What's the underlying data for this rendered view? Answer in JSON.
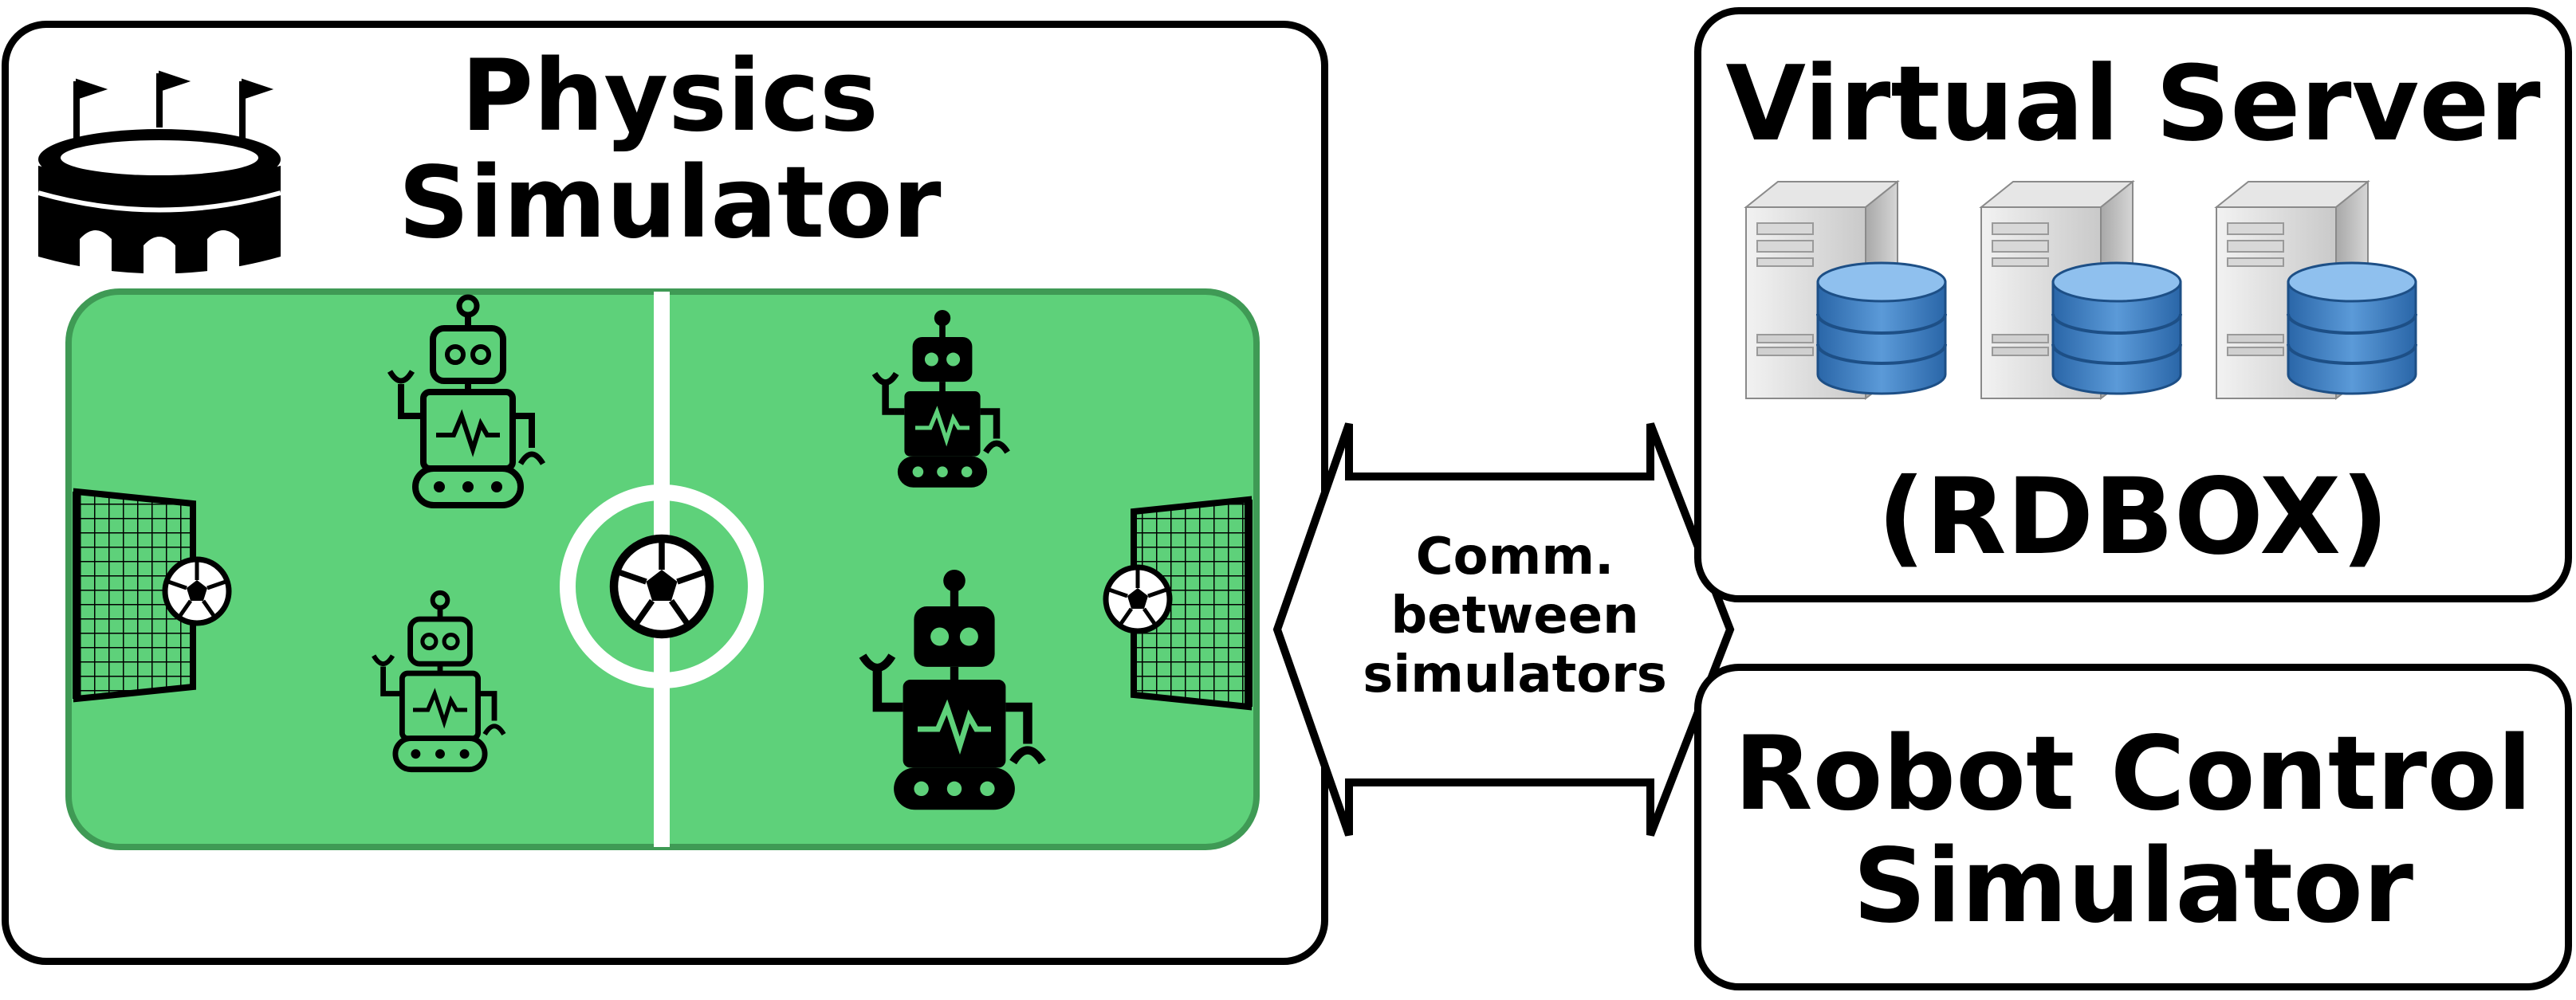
{
  "physics_simulator": {
    "title_line1": "Physics",
    "title_line2": "Simulator",
    "field_color": "#5ed17a",
    "field_border": "#3f9a55"
  },
  "virtual_server": {
    "title": "Virtual Server",
    "subtitle": "(RDBOX)",
    "server_count": 3,
    "database_color": "#3d7ec4"
  },
  "robot_control_simulator": {
    "title_line1": "Robot Control",
    "title_line2": "Simulator"
  },
  "communication": {
    "label_line1": "Comm.",
    "label_line2": "between",
    "label_line3": "simulators"
  },
  "icons": [
    "stadium-icon",
    "robot-icon",
    "soccer-ball-icon",
    "goal-net-icon",
    "server-tower-icon",
    "database-icon"
  ]
}
